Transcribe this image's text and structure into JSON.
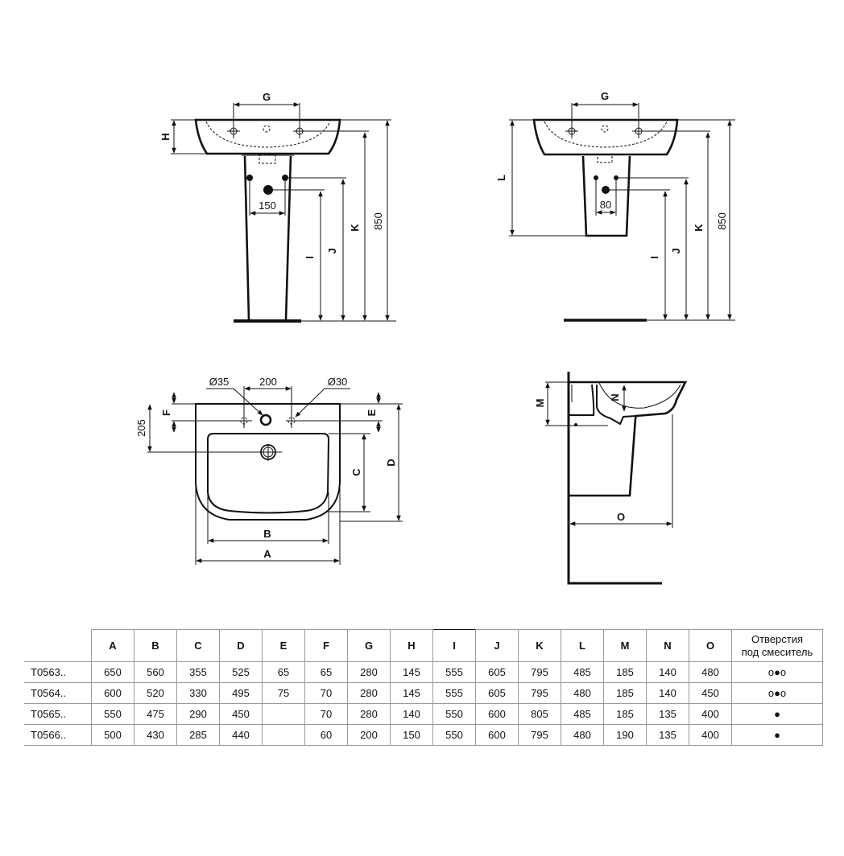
{
  "pedestal_view": {
    "G": "G",
    "H": "H",
    "dim_150": "150",
    "I": "I",
    "J": "J",
    "K": "K",
    "total_height": "850"
  },
  "semi_pedestal_view": {
    "G": "G",
    "L": "L",
    "dim_80": "80",
    "I": "I",
    "J": "J",
    "K": "K",
    "total_height": "850"
  },
  "plan_view": {
    "hole_35": "Ø35",
    "dim_200": "200",
    "hole_30": "Ø30",
    "F": "F",
    "dim_205": "205",
    "E": "E",
    "C": "C",
    "D": "D",
    "B": "B",
    "A": "A"
  },
  "side_view": {
    "M": "M",
    "N": "N",
    "O": "O"
  },
  "table": {
    "columns": [
      "A",
      "B",
      "C",
      "D",
      "E",
      "F",
      "G",
      "H",
      "I",
      "J",
      "K",
      "L",
      "M",
      "N",
      "O"
    ],
    "holes_header_line1": "Отверстия",
    "holes_header_line2": "под смеситель",
    "rows": [
      {
        "model": "T0563..",
        "values": [
          "650",
          "560",
          "355",
          "525",
          "65",
          "65",
          "280",
          "145",
          "555",
          "605",
          "795",
          "485",
          "185",
          "140",
          "480"
        ],
        "holes": "o●o"
      },
      {
        "model": "T0564..",
        "values": [
          "600",
          "520",
          "330",
          "495",
          "75",
          "70",
          "280",
          "145",
          "555",
          "605",
          "795",
          "480",
          "185",
          "140",
          "450"
        ],
        "holes": "o●o"
      },
      {
        "model": "T0565..",
        "values": [
          "550",
          "475",
          "290",
          "450",
          "",
          "70",
          "280",
          "140",
          "550",
          "600",
          "805",
          "485",
          "185",
          "135",
          "400"
        ],
        "holes": "●"
      },
      {
        "model": "T0566..",
        "values": [
          "500",
          "430",
          "285",
          "440",
          "",
          "60",
          "200",
          "150",
          "550",
          "600",
          "795",
          "480",
          "190",
          "135",
          "400"
        ],
        "holes": "●"
      }
    ]
  }
}
